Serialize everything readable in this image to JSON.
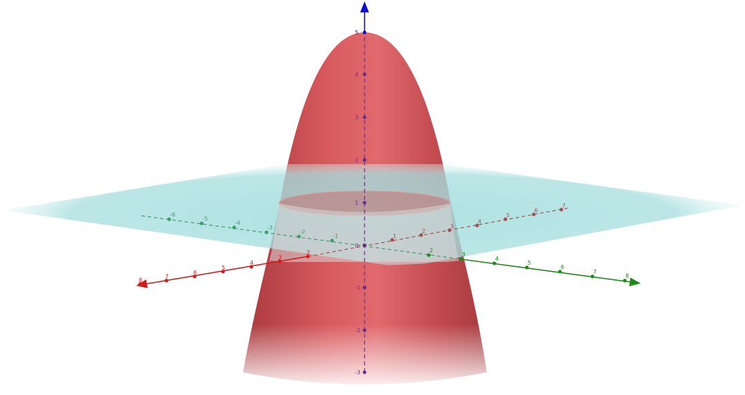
{
  "scene": {
    "colors": {
      "surface": "#cc4b4f",
      "surface_highlight": "#e06a6d",
      "plane": "#9fdcdc",
      "axis_x": "#d11b1b",
      "axis_y": "#1a8a1a",
      "axis_z": "#1010cc",
      "axis_x_hidden": "#a05050",
      "axis_y_hidden": "#3f9a6a",
      "axis_z_hidden": "#6a2e8a"
    },
    "surface": {
      "shape": "paraboloid",
      "apex_z": 5,
      "bottom_z": -3
    },
    "plane": {
      "z": 0
    },
    "axes": {
      "x_front_labels": [
        "8",
        "7",
        "6",
        "5",
        "4",
        "3",
        "2"
      ],
      "x_back_labels": [
        "1",
        "2",
        "3",
        "4",
        "5",
        "6",
        "7"
      ],
      "y_front_labels": [
        "2",
        "3",
        "4",
        "5",
        "6",
        "7",
        "8"
      ],
      "y_back_labels": [
        "-6",
        "-5",
        "-4",
        "-3",
        "-2",
        "-1"
      ],
      "z_labels": [
        "5",
        "4",
        "3",
        "2",
        "1",
        "0",
        "-1",
        "-2",
        "-3"
      ]
    }
  }
}
